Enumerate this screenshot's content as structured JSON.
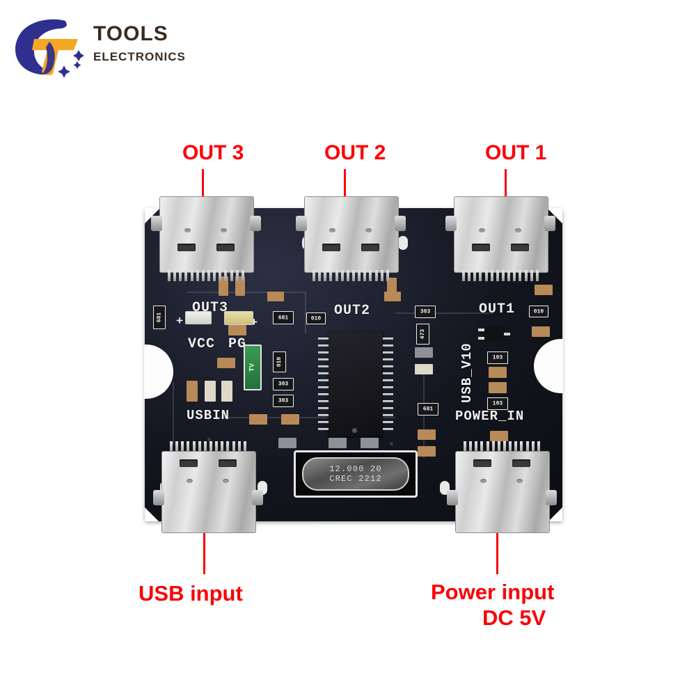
{
  "brand": {
    "logo_icon": "tools-electronics-logo",
    "name": "TOOLS",
    "subtitle": "ELECTRONICS",
    "swoosh_color": "#2e2f8f",
    "accent_color": "#f5a623",
    "text_color": "#3a2b20"
  },
  "annotation_color": "#fb0007",
  "callouts": [
    {
      "id": "out3",
      "label": "OUT 3"
    },
    {
      "id": "out2",
      "label": "OUT 2"
    },
    {
      "id": "out1",
      "label": "OUT 1"
    },
    {
      "id": "usbin",
      "label": "USB input"
    },
    {
      "id": "power",
      "label": "Power input",
      "label2": "DC 5V"
    }
  ],
  "board": {
    "name": "USB hub PCB",
    "solder_mask_color": "#14161f",
    "silkscreen_color": "#f0f0f0",
    "silk": {
      "out3": "OUT3",
      "out2": "OUT2",
      "out1": "OUT1",
      "vcc": "VCC",
      "pg": "PG",
      "usbin": "USBIN",
      "power_in": "POWER_IN",
      "version": "USB_V10",
      "plus1": "+",
      "plus2": "+"
    },
    "crystal": {
      "line1": "12.000 20",
      "line2": "CREC 2212"
    },
    "component_markings": {
      "r681": "681",
      "r010": "010",
      "r303": "303",
      "r103": "103",
      "r473": "473",
      "tvs": "TV"
    },
    "connectors": [
      {
        "id": "out3",
        "type": "USB-C",
        "position": "top-left"
      },
      {
        "id": "out2",
        "type": "USB-C",
        "position": "top-center"
      },
      {
        "id": "out1",
        "type": "USB-C",
        "position": "top-right"
      },
      {
        "id": "usbin",
        "type": "USB-C",
        "position": "bottom-left"
      },
      {
        "id": "power",
        "type": "USB-C",
        "position": "bottom-right"
      }
    ]
  }
}
